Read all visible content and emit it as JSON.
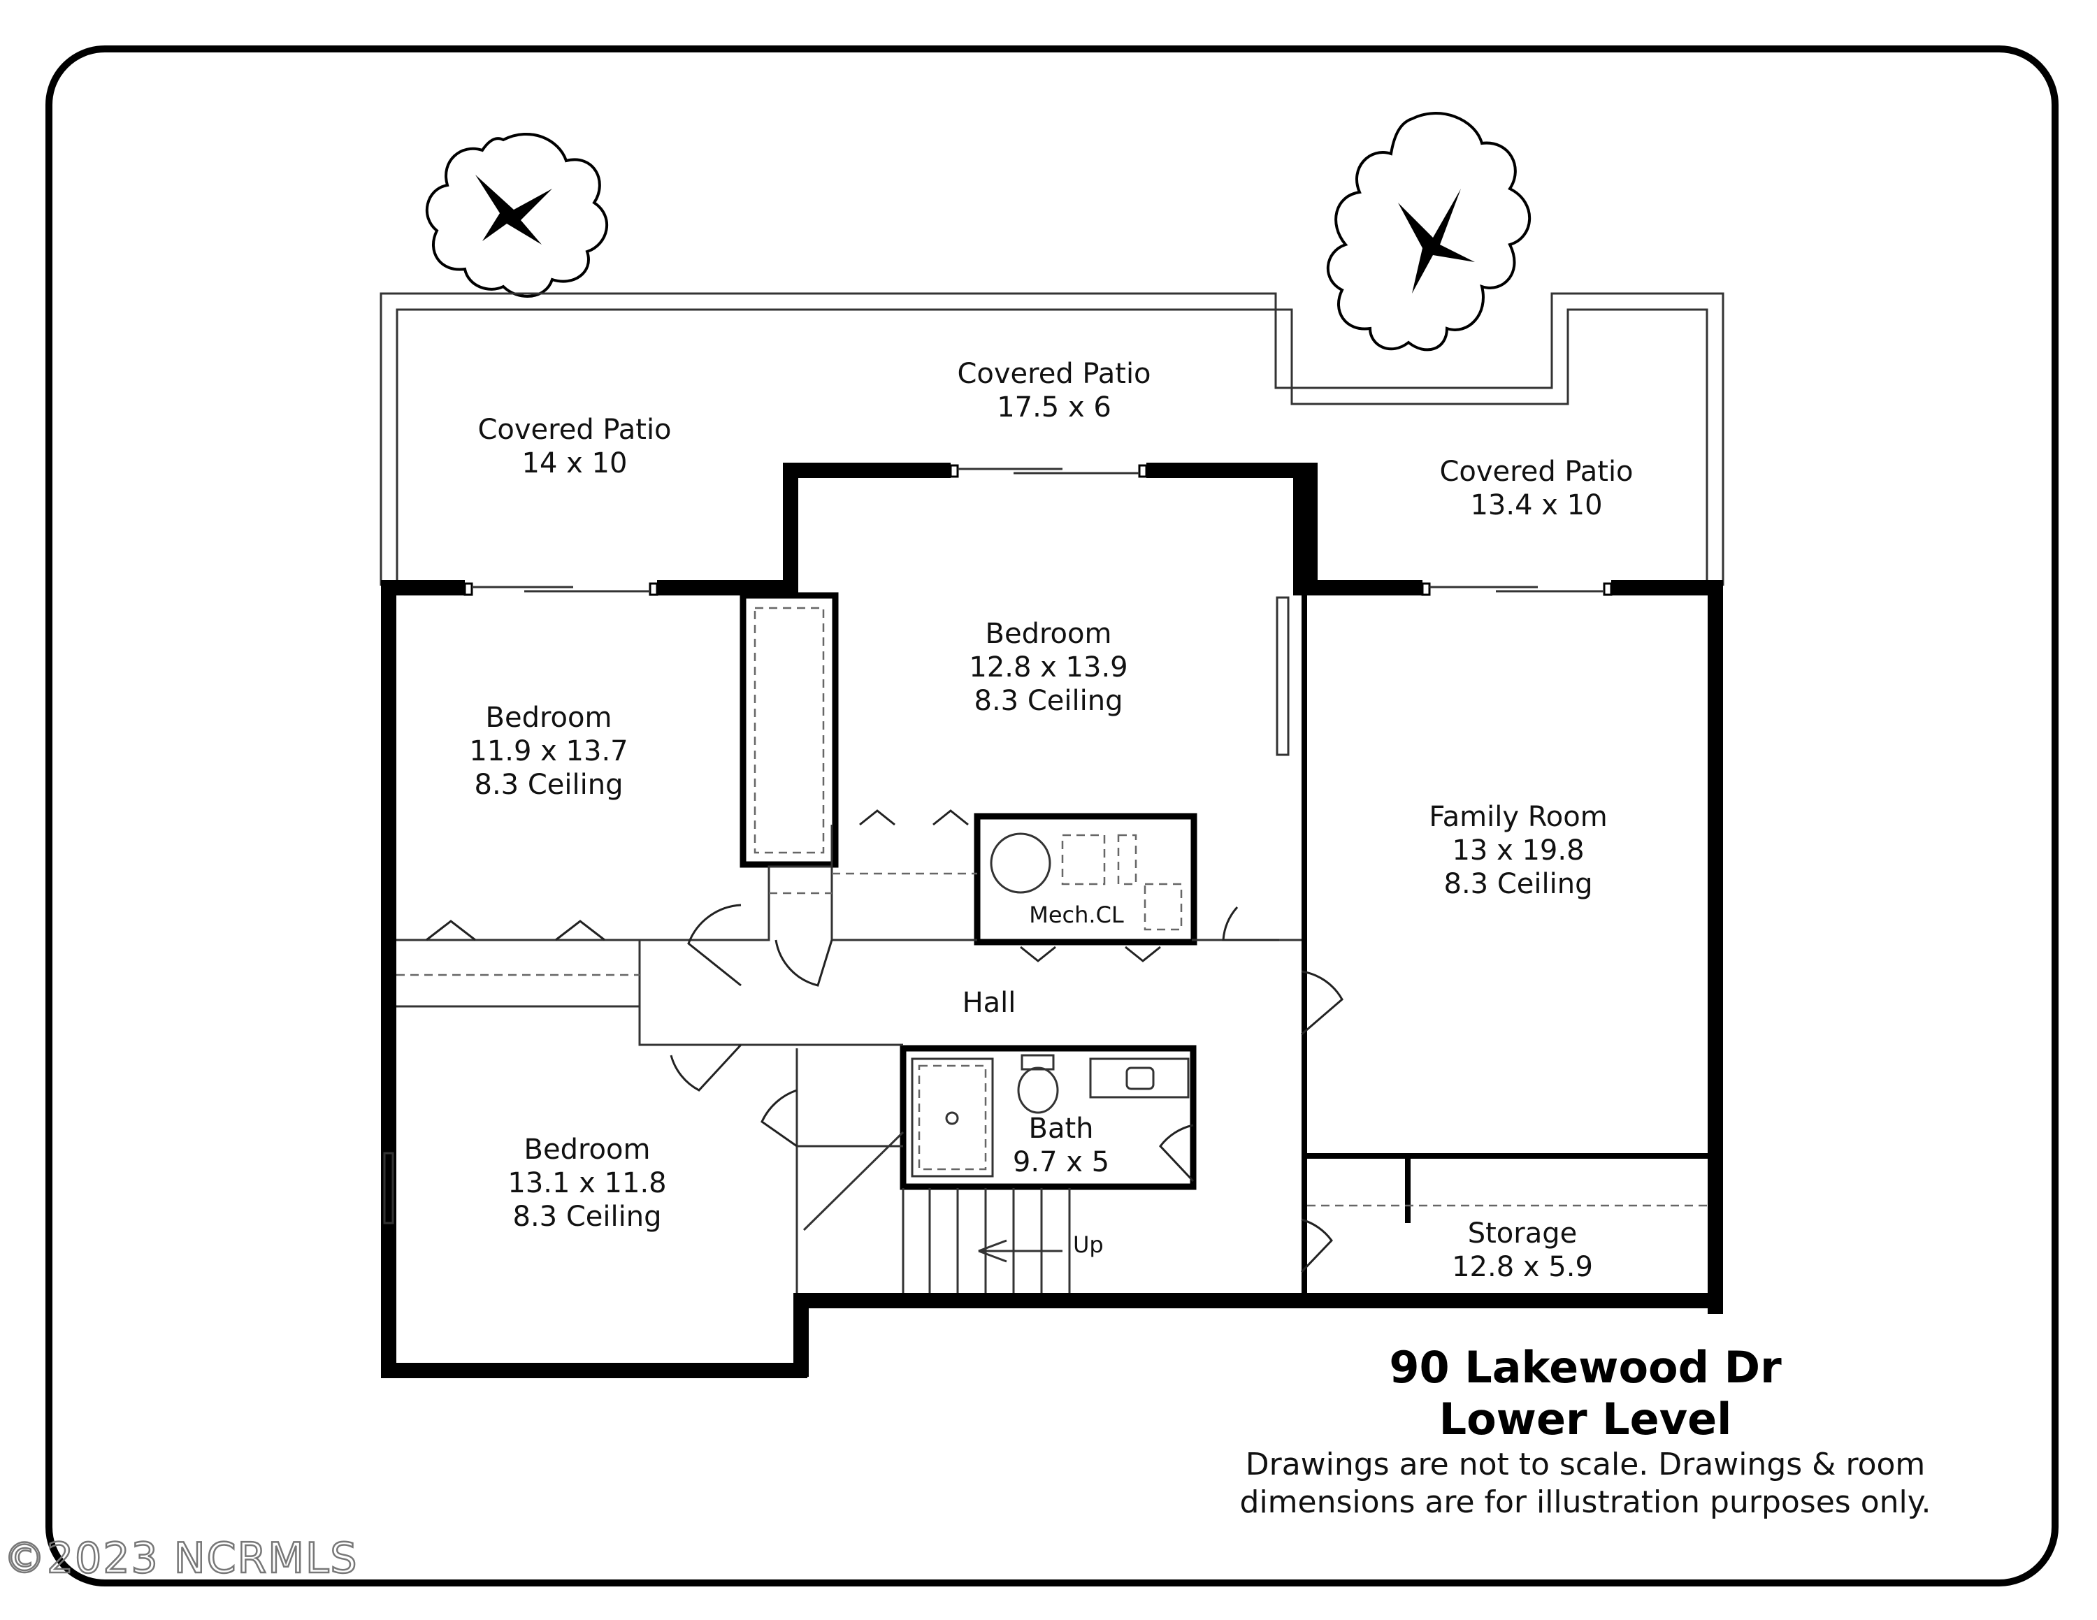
{
  "rooms": {
    "patio_left": {
      "name": "Covered Patio",
      "dims": "14 x 10"
    },
    "patio_center": {
      "name": "Covered Patio",
      "dims": "17.5 x 6"
    },
    "patio_right": {
      "name": "Covered Patio",
      "dims": "13.4 x 10"
    },
    "bedroom_left": {
      "name": "Bedroom",
      "dims": "11.9 x 13.7",
      "ceiling": "8.3 Ceiling"
    },
    "bedroom_center": {
      "name": "Bedroom",
      "dims": "12.8 x 13.9",
      "ceiling": "8.3 Ceiling"
    },
    "family_room": {
      "name": "Family Room",
      "dims": "13 x 19.8",
      "ceiling": "8.3 Ceiling"
    },
    "bedroom_bottom": {
      "name": "Bedroom",
      "dims": "13.1 x 11.8",
      "ceiling": "8.3 Ceiling"
    },
    "mech_closet": {
      "name": "Mech.CL"
    },
    "hall": {
      "name": "Hall"
    },
    "bath": {
      "name": "Bath",
      "dims": "9.7 x 5"
    },
    "storage": {
      "name": "Storage",
      "dims": "12.8 x 5.9"
    },
    "stairs": {
      "label": "Up"
    }
  },
  "title": {
    "address": "90 Lakewood Dr",
    "level": "Lower Level",
    "disclaimer_line1": "Drawings are not to scale. Drawings & room",
    "disclaimer_line2": "dimensions are for illustration purposes only."
  },
  "watermark": "©2023 NCRMLS"
}
